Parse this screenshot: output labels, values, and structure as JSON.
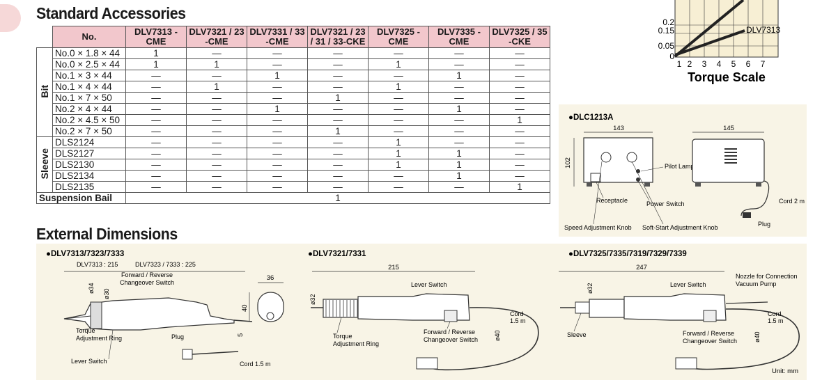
{
  "headings": {
    "accessories": "Standard Accessories",
    "dimensions": "External Dimensions"
  },
  "table": {
    "header": [
      "No.",
      "DLV7313 -CME",
      "DLV7321 / 23 -CME",
      "DLV7331 / 33 -CME",
      "DLV7321 / 23 / 31 / 33-CKE",
      "DLV7325 -CME",
      "DLV7335 -CME",
      "DLV7325 / 35 -CKE"
    ],
    "groups": [
      {
        "name": "Bit",
        "rows": [
          {
            "label": "No.0 × 1.8 × 44",
            "cells": [
              "1",
              "—",
              "—",
              "—",
              "—",
              "—",
              "—"
            ]
          },
          {
            "label": "No.0 × 2.5 × 44",
            "cells": [
              "1",
              "1",
              "—",
              "—",
              "1",
              "—",
              "—"
            ]
          },
          {
            "label": "No.1 × 3 × 44",
            "cells": [
              "—",
              "—",
              "1",
              "—",
              "—",
              "1",
              "—"
            ]
          },
          {
            "label": "No.1 × 4 × 44",
            "cells": [
              "—",
              "1",
              "—",
              "—",
              "1",
              "—",
              "—"
            ]
          },
          {
            "label": "No.1 × 7 × 50",
            "cells": [
              "—",
              "—",
              "—",
              "1",
              "—",
              "—",
              "—"
            ]
          },
          {
            "label": "No.2 × 4 × 44",
            "cells": [
              "—",
              "—",
              "1",
              "—",
              "—",
              "1",
              "—"
            ]
          },
          {
            "label": "No.2 × 4.5 × 50",
            "cells": [
              "—",
              "—",
              "—",
              "—",
              "—",
              "—",
              "1"
            ]
          },
          {
            "label": "No.2 × 7 × 50",
            "cells": [
              "—",
              "—",
              "—",
              "1",
              "—",
              "—",
              "—"
            ]
          }
        ]
      },
      {
        "name": "Sleeve",
        "rows": [
          {
            "label": "DLS2124",
            "cells": [
              "—",
              "—",
              "—",
              "—",
              "1",
              "—",
              "—"
            ]
          },
          {
            "label": "DLS2127",
            "cells": [
              "—",
              "—",
              "—",
              "—",
              "1",
              "1",
              "—"
            ]
          },
          {
            "label": "DLS2130",
            "cells": [
              "—",
              "—",
              "—",
              "—",
              "1",
              "1",
              "—"
            ]
          },
          {
            "label": "DLS2134",
            "cells": [
              "—",
              "—",
              "—",
              "—",
              "—",
              "1",
              "—"
            ]
          },
          {
            "label": "DLS2135",
            "cells": [
              "—",
              "—",
              "—",
              "—",
              "—",
              "—",
              "1"
            ]
          }
        ]
      }
    ],
    "footer": {
      "label": "Suspension Bail",
      "value": "1"
    }
  },
  "torque_chart": {
    "y_ticks": [
      "0.2",
      "0.15",
      "0.05",
      "0"
    ],
    "x_ticks": [
      "1",
      "2",
      "3",
      "4",
      "5",
      "6",
      "7"
    ],
    "series_label": "DLV7313",
    "xlabel": "Torque Scale"
  },
  "dlc": {
    "title": "●DLC1213A",
    "dim_width": "143",
    "dim_width2": "145",
    "dim_height": "102",
    "pilot_lamp": "Pilot Lamp",
    "cord": "Cord 2 m",
    "receptacle": "Receptacle",
    "power_switch": "Power Switch",
    "plug": "Plug",
    "speed_knob": "Speed Adjustment Knob",
    "softstart_knob": "Soft-Start Adjustment Knob"
  },
  "dim1": {
    "title": "●DLV7313/7323/7333",
    "len_a": "DLV7313 : 215",
    "len_b": "DLV7323 / 7333 : 225",
    "fr_switch": "Forward / Reverse Changeover Switch",
    "d34": "ø34",
    "d30": "ø30",
    "torque_ring": "Torque Adjustment Ring",
    "lever_switch": "Lever Switch",
    "plug": "Plug",
    "cord": "Cord 1.5 m",
    "w36": "36",
    "h40": "40",
    "five": "5"
  },
  "dim2": {
    "title": "●DLV7321/7331",
    "length": "215",
    "lever_switch": "Lever Switch",
    "d32": "ø32",
    "torque_ring": "Torque Adjustment Ring",
    "fr_switch": "Forward / Reverse Changeover Switch",
    "cord": "Cord 1.5 m",
    "d40": "ø40"
  },
  "dim3": {
    "title": "●DLV7325/7335/7319/7329/7339",
    "length": "247",
    "lever_switch": "Lever Switch",
    "nozzle": "Nozzle for Connection Vacuum Pump",
    "d32": "ø32",
    "sleeve": "Sleeve",
    "fr_switch": "Forward / Reverse Changeover Switch",
    "cord": "Cord 1.5 m",
    "d40": "ø40",
    "unit": "Unit: mm"
  }
}
